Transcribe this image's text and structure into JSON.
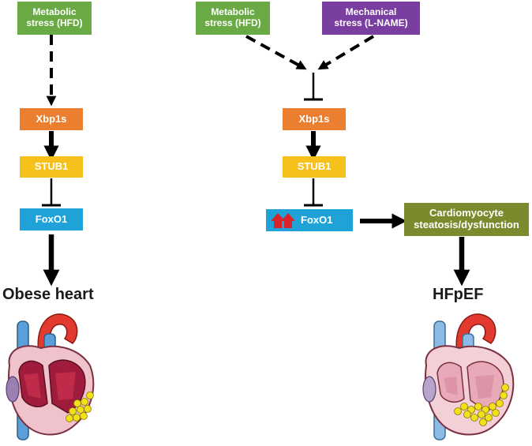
{
  "left": {
    "stress": [
      "Metabolic",
      "stress (HFD)"
    ],
    "xbp1s": "Xbp1s",
    "stub1": "STUB1",
    "foxo1": "FoxO1",
    "outcome": "Obese heart"
  },
  "right": {
    "metabolic": [
      "Metabolic",
      "stress (HFD)"
    ],
    "mechanical": [
      "Mechanical",
      "stress (L-NAME)"
    ],
    "xbp1s": "Xbp1s",
    "stub1": "STUB1",
    "foxo1": "FoxO1",
    "cardio": [
      "Cardiomyocyte",
      "steatosis/dysfunction"
    ],
    "outcome": "HFpEF"
  },
  "colors": {
    "stress_green": "#6aaa45",
    "mechanical_purple": "#7a3ea1",
    "xbp1s_orange": "#ec7e2f",
    "stub1_yellow": "#f5c11a",
    "foxo1_blue": "#1ea2d8",
    "cardio_olive": "#7c8a2e",
    "up_arrow_red": "#d8232a"
  }
}
